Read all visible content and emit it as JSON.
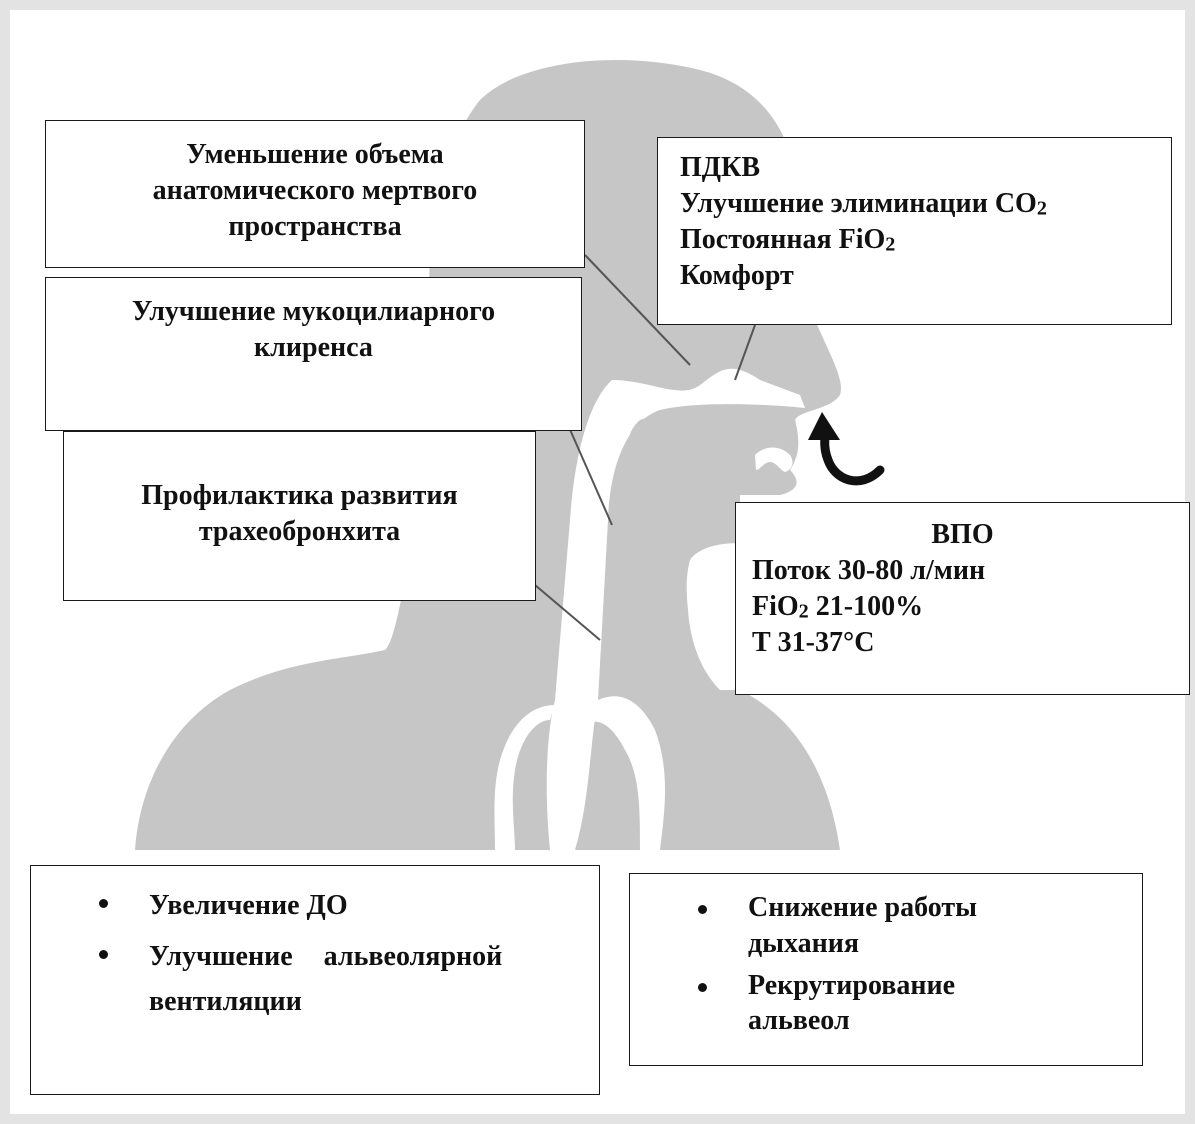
{
  "boxes": {
    "dead_space": {
      "lines": [
        "Уменьшение объема",
        "анатомического мертвого",
        "пространства"
      ]
    },
    "mucociliary": {
      "lines": [
        "Улучшение мукоцилиарного",
        "клиренса"
      ]
    },
    "tracheobronchitis": {
      "lines": [
        "Профилактика развития",
        "трахеобронхита"
      ]
    },
    "peep": {
      "line1": "ПДКВ",
      "line2_text": "Улучшение элиминации CO",
      "line2_sub": "2",
      "line3_text": "Постоянная FiO",
      "line3_sub": "2",
      "line4": "Комфорт"
    },
    "hfno": {
      "title": "ВПО",
      "flow": "Поток 30-80 л/мин",
      "fio2_text": "FiO",
      "fio2_sub": "2",
      "fio2_value": " 21-100%",
      "temp": "Т 31-37°С"
    },
    "volume": {
      "item1": "Увеличение ДО",
      "item2_line1": "Улучшение альвеолярной",
      "item2_line2": "вентиляции"
    },
    "work": {
      "item1_line1": "Снижение работы",
      "item1_line2": "дыхания",
      "item2_line1": "Рекрутирование",
      "item2_line2": "альвеол"
    }
  },
  "colors": {
    "silhouette": "#c6c6c6",
    "airway": "#ffffff",
    "frame_border": "#e3e3e3",
    "text": "#111111",
    "leader_line": "#555555",
    "arrow": "#111111"
  }
}
